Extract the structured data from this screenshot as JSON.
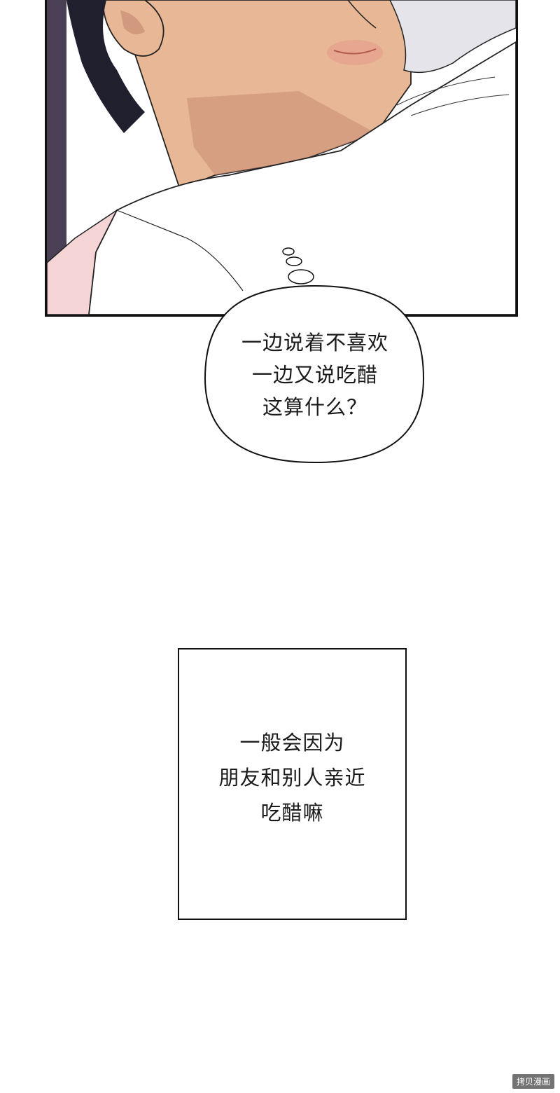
{
  "thought_bubble": {
    "lines": [
      "一边说着不喜欢",
      "一边又说吃醋",
      "这算什么？"
    ]
  },
  "caption_box": {
    "lines": [
      "一般会因为",
      "朋友和别人亲近",
      "吃醋嘛"
    ]
  },
  "watermark": {
    "text": "拷贝漫画"
  },
  "colors": {
    "skin": "#e8b896",
    "skin_shadow": "#c78b72",
    "hair_dark": "#1f1f2e",
    "hair_light": "#e4e4ea",
    "shirt_pink": "#f4d4d4",
    "panel_border": "#111111",
    "frame_purple": "#4a3f55"
  }
}
